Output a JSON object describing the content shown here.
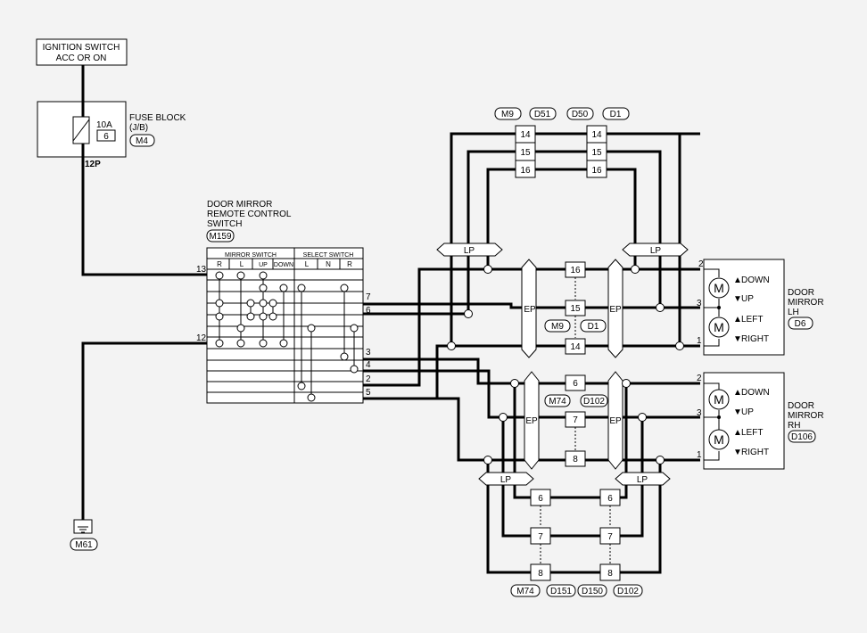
{
  "ignition": {
    "line1": "IGNITION SWITCH",
    "line2": "ACC OR ON"
  },
  "fuse": {
    "label1": "FUSE BLOCK",
    "label2": "(J/B)",
    "amp": "10A",
    "num": "6",
    "conn": "M4",
    "pin": "12P"
  },
  "switch_block": {
    "title1": "DOOR MIRROR",
    "title2": "REMOTE CONTROL",
    "title3": "SWITCH",
    "conn": "M159",
    "mirror_header": "MIRROR SWITCH",
    "select_header": "SELECT SWITCH",
    "cols": [
      "R",
      "L",
      "UP",
      "DOWN",
      "L",
      "N",
      "R"
    ],
    "pin_13": "13",
    "pin_12": "12",
    "pins_right": [
      "7",
      "6",
      "3",
      "4",
      "2",
      "5"
    ]
  },
  "ground": {
    "conn": "M61"
  },
  "top_connectors": {
    "labels": [
      "M9",
      "D51",
      "D50",
      "D1"
    ],
    "pins": [
      "14",
      "15",
      "16"
    ]
  },
  "bottom_connectors": {
    "labels": [
      "M74",
      "D151",
      "D150",
      "D102"
    ],
    "pins": [
      "6",
      "7",
      "8"
    ]
  },
  "lp": "LP",
  "ep": "EP",
  "mid_upper": {
    "pins": [
      "16",
      "15",
      "14"
    ],
    "conn_left": "M9",
    "conn_right": "D1"
  },
  "mid_lower": {
    "pins": [
      "6",
      "7",
      "8"
    ],
    "conn_left": "M74",
    "conn_right": "D102"
  },
  "mirror_lh": {
    "line1": "DOOR",
    "line2": "MIRROR",
    "line3": "LH",
    "conn": "D6",
    "pins": [
      "2",
      "3",
      "1"
    ],
    "labels": [
      "DOWN",
      "UP",
      "LEFT",
      "RIGHT"
    ],
    "motor": "M"
  },
  "mirror_rh": {
    "line1": "DOOR",
    "line2": "MIRROR",
    "line3": "RH",
    "conn": "D106",
    "pins": [
      "2",
      "3",
      "1"
    ],
    "labels": [
      "DOWN",
      "UP",
      "LEFT",
      "RIGHT"
    ],
    "motor": "M"
  }
}
